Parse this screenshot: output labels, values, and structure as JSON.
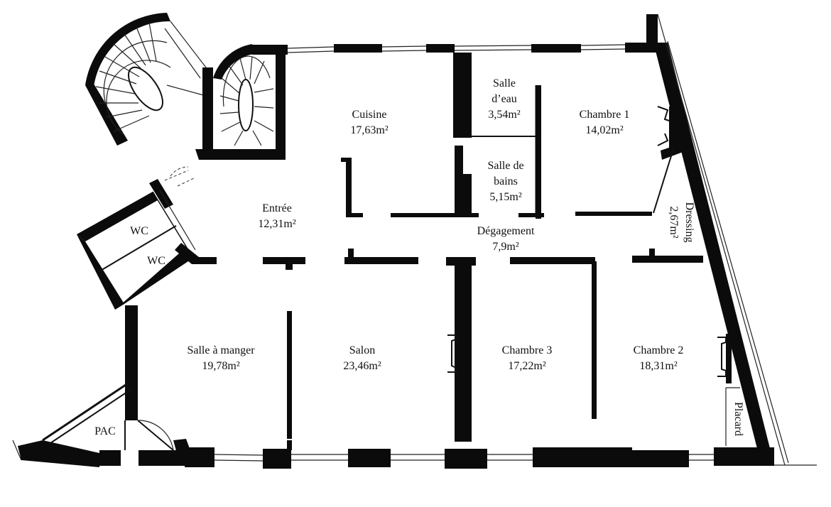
{
  "rooms": {
    "cuisine": {
      "name": "Cuisine",
      "area": "17,63m²"
    },
    "salle_eau": {
      "name_l1": "Salle",
      "name_l2": "d’eau",
      "area": "3,54m²"
    },
    "chambre1": {
      "name": "Chambre 1",
      "area": "14,02m²"
    },
    "salle_bains": {
      "name_l1": "Salle de",
      "name_l2": "bains",
      "area": "5,15m²"
    },
    "entree": {
      "name": "Entrée",
      "area": "12,31m²"
    },
    "wc1": {
      "name": "WC"
    },
    "wc2": {
      "name": "WC"
    },
    "degagement": {
      "name": "Dégagement",
      "area": "7,9m²"
    },
    "dressing": {
      "name": "Dressing",
      "area": "2,67m²"
    },
    "salle_manger": {
      "name": "Salle à manger",
      "area": "19,78m²"
    },
    "salon": {
      "name": "Salon",
      "area": "23,46m²"
    },
    "chambre3": {
      "name": "Chambre 3",
      "area": "17,22m²"
    },
    "chambre2": {
      "name": "Chambre 2",
      "area": "18,31m²"
    },
    "placard": {
      "name": "Placard"
    },
    "pac": {
      "name": "PAC"
    }
  },
  "colors": {
    "wall": "#0b0b0b",
    "background": "#ffffff"
  }
}
